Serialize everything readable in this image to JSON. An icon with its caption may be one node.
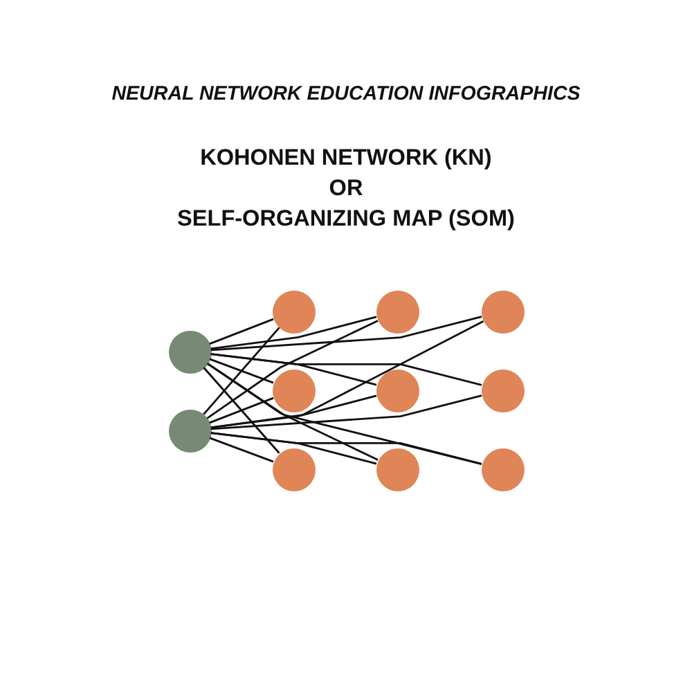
{
  "diagram": {
    "title": "NEURAL NETWORK EDUCATION INFOGRAPHICS",
    "labels": [
      "KOHONEN NETWORK (KN)",
      "OR",
      "SELF-ORGANIZING MAP (SOM)"
    ],
    "nodes": [
      {
        "text": [],
        "shape": "circle"
      },
      {
        "text": [],
        "shape": "circle"
      },
      {
        "text": [],
        "shape": "circle"
      },
      {
        "text": [],
        "shape": "circle"
      },
      {
        "text": [],
        "shape": "circle"
      },
      {
        "text": [],
        "shape": "circle"
      },
      {
        "text": [],
        "shape": "circle"
      },
      {
        "text": [],
        "shape": "circle"
      },
      {
        "text": [],
        "shape": "circle"
      },
      {
        "text": [],
        "shape": "circle"
      },
      {
        "text": [],
        "shape": "circle"
      }
    ],
    "edges": [
      {
        "from": 0,
        "to": 2,
        "arrow": "none"
      },
      {
        "from": 0,
        "to": 3,
        "arrow": "none"
      },
      {
        "from": 0,
        "to": 4,
        "arrow": "none"
      },
      {
        "from": 0,
        "to": 5,
        "arrow": "none"
      },
      {
        "from": 0,
        "to": 6,
        "arrow": "none"
      },
      {
        "from": 0,
        "to": 7,
        "arrow": "none"
      },
      {
        "from": 0,
        "to": 8,
        "arrow": "none"
      },
      {
        "from": 0,
        "to": 9,
        "arrow": "none"
      },
      {
        "from": 0,
        "to": 10,
        "arrow": "none"
      },
      {
        "from": 1,
        "to": 2,
        "arrow": "none"
      },
      {
        "from": 1,
        "to": 3,
        "arrow": "none"
      },
      {
        "from": 1,
        "to": 4,
        "arrow": "none"
      },
      {
        "from": 1,
        "to": 5,
        "arrow": "none"
      },
      {
        "from": 1,
        "to": 6,
        "arrow": "none"
      },
      {
        "from": 1,
        "to": 7,
        "arrow": "none"
      },
      {
        "from": 1,
        "to": 8,
        "arrow": "none"
      },
      {
        "from": 1,
        "to": 9,
        "arrow": "none"
      },
      {
        "from": 1,
        "to": 10,
        "arrow": "none"
      }
    ]
  }
}
